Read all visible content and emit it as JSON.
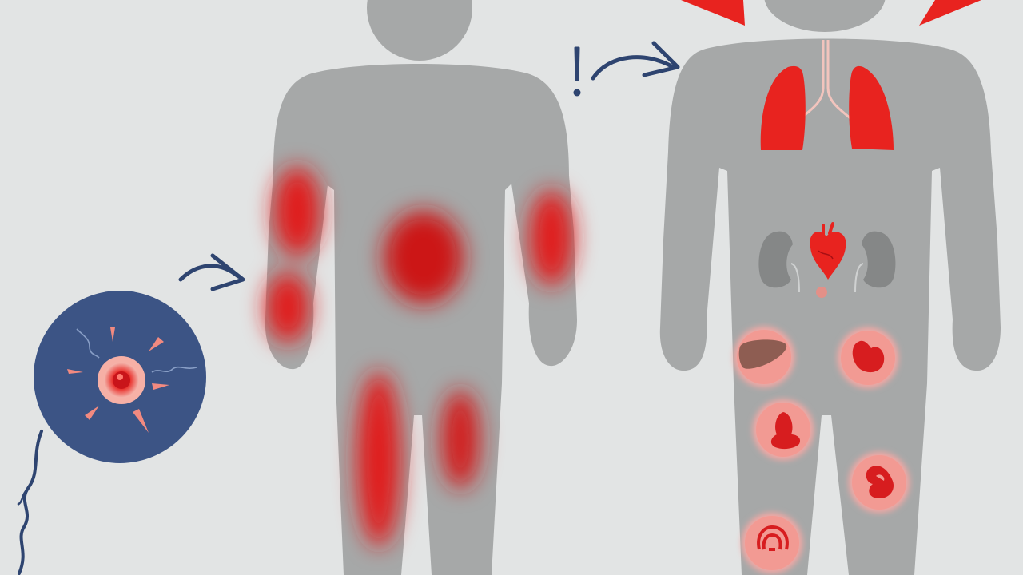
{
  "colors": {
    "background": "#e2e4e4",
    "figure": "#a6a8a8",
    "inflammation": "#e01e1e",
    "organ_red": "#e8231f",
    "badge_fill": "#f6a8a4",
    "cell_blue": "#3c5485",
    "arrow_navy": "#2e4470",
    "kidney_gray": "#858787",
    "liver_brown": "#8e5d52"
  },
  "panels": [
    {
      "id": "infection-cell",
      "icon": "pathogen-cell-icon"
    },
    {
      "id": "widespread-inflammation",
      "icon": "inflamed-body-icon"
    },
    {
      "id": "organ-dysfunction",
      "icon": "organ-failure-body-icon"
    }
  ],
  "organs": [
    "lungs-icon",
    "heart-icon",
    "kidney-icon",
    "liver-icon",
    "stomach-icon",
    "pancreas-icon",
    "intestine-icon",
    "bladder-icon"
  ]
}
